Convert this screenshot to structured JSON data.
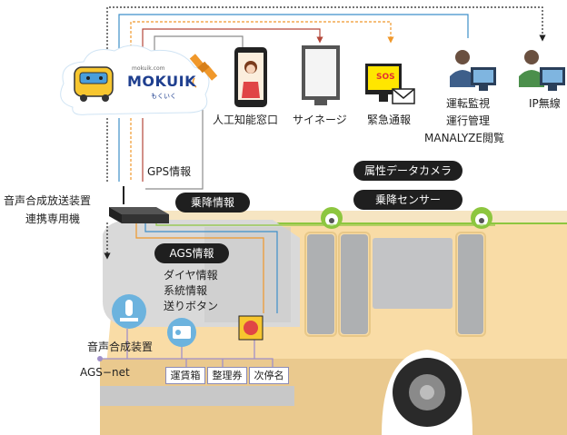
{
  "logo": {
    "site": "mokuik.com",
    "name": "MOKUIK",
    "sub": "もくいく"
  },
  "endpoints": {
    "ai_window": "人工知能窓口",
    "signage": "サイネージ",
    "emergency": "緊急通報",
    "monitor_line1": "運転監視",
    "monitor_line2": "運行管理",
    "monitor_line3": "MANALYZE閲覧",
    "ip_radio": "IP無線"
  },
  "sos_text": "SOS",
  "links": {
    "gps": "GPS情報",
    "boarding": "乗降情報",
    "ags": "AGS情報",
    "ags_details": [
      "ダイヤ情報",
      "系統情報",
      "送りボタン"
    ]
  },
  "sensors": {
    "camera": "属性データカメラ",
    "boarding_sensor": "乗降センサー"
  },
  "devices": {
    "tts_link_line1": "音声合成放送装置",
    "tts_link_line2": "連携専用機",
    "tts_unit": "音声合成装置",
    "ags_net": "AGS−net"
  },
  "bus_devices": [
    "運賃箱",
    "整理券",
    "次停名"
  ],
  "colors": {
    "bus_body": "#f9dca6",
    "bus_roof": "#f2d8a0",
    "accent_green": "#8dc63f",
    "line_blue": "#3e8fc9",
    "line_orange": "#f0982b",
    "line_brown": "#b3473a",
    "line_gray": "#8c8c8c",
    "pill_bg": "#1f1f1f"
  }
}
